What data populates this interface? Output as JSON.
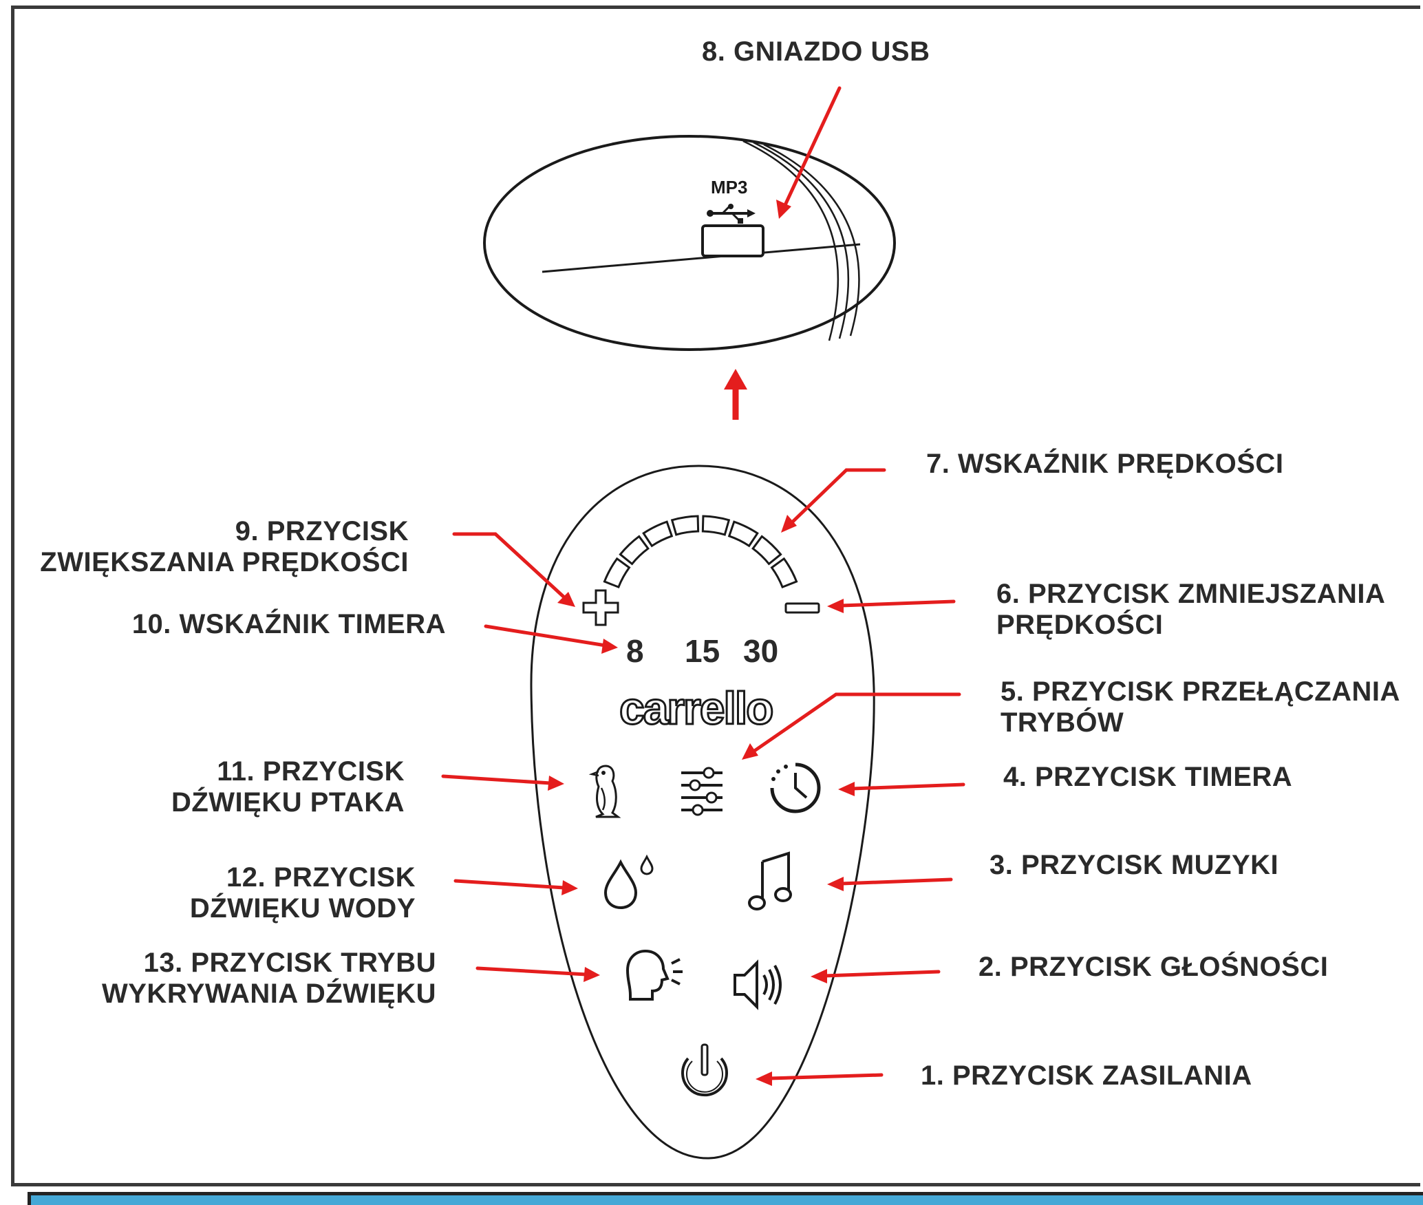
{
  "labels": {
    "l1": "1. PRZYCISK ZASILANIA",
    "l2": "2. PRZYCISK GŁOŚNOŚCI",
    "l3": "3. PRZYCISK MUZYKI",
    "l4": "4. PRZYCISK TIMERA",
    "l5_line1": "5. PRZYCISK PRZEŁĄCZANIA",
    "l5_line2": "TRYBÓW",
    "l6_line1": "6. PRZYCISK ZMNIEJSZANIA",
    "l6_line2": "PRĘDKOŚCI",
    "l7": "7. WSKAŹNIK PRĘDKOŚCI",
    "l8": "8. GNIAZDO USB",
    "l9_line1": "9. PRZYCISK",
    "l9_line2": "ZWIĘKSZANIA PRĘDKOŚCI",
    "l10": "10. WSKAŹNIK TIMERA",
    "l11_line1": "11. PRZYCISK",
    "l11_line2": "DŹWIĘKU PTAKA",
    "l12_line1": "12. PRZYCISK",
    "l12_line2": "DŹWIĘKU WODY",
    "l13_line1": "13. PRZYCISK TRYBU",
    "l13_line2": "WYKRYWANIA DŹWIĘKU"
  },
  "timer_values": [
    "8",
    "15",
    "30"
  ],
  "brand": "carrello",
  "usb_port_text": "MP3",
  "speed_indicator_segments": 8,
  "colors": {
    "arrow": "#e41d1d",
    "bottom_band": "#45a8d6"
  },
  "icons": [
    "usb-icon",
    "plus-icon",
    "minus-icon",
    "bird-icon",
    "sliders-icon",
    "timer-icon",
    "water-drop-icon",
    "music-note-icon",
    "voice-detect-icon",
    "speaker-icon",
    "power-icon"
  ]
}
